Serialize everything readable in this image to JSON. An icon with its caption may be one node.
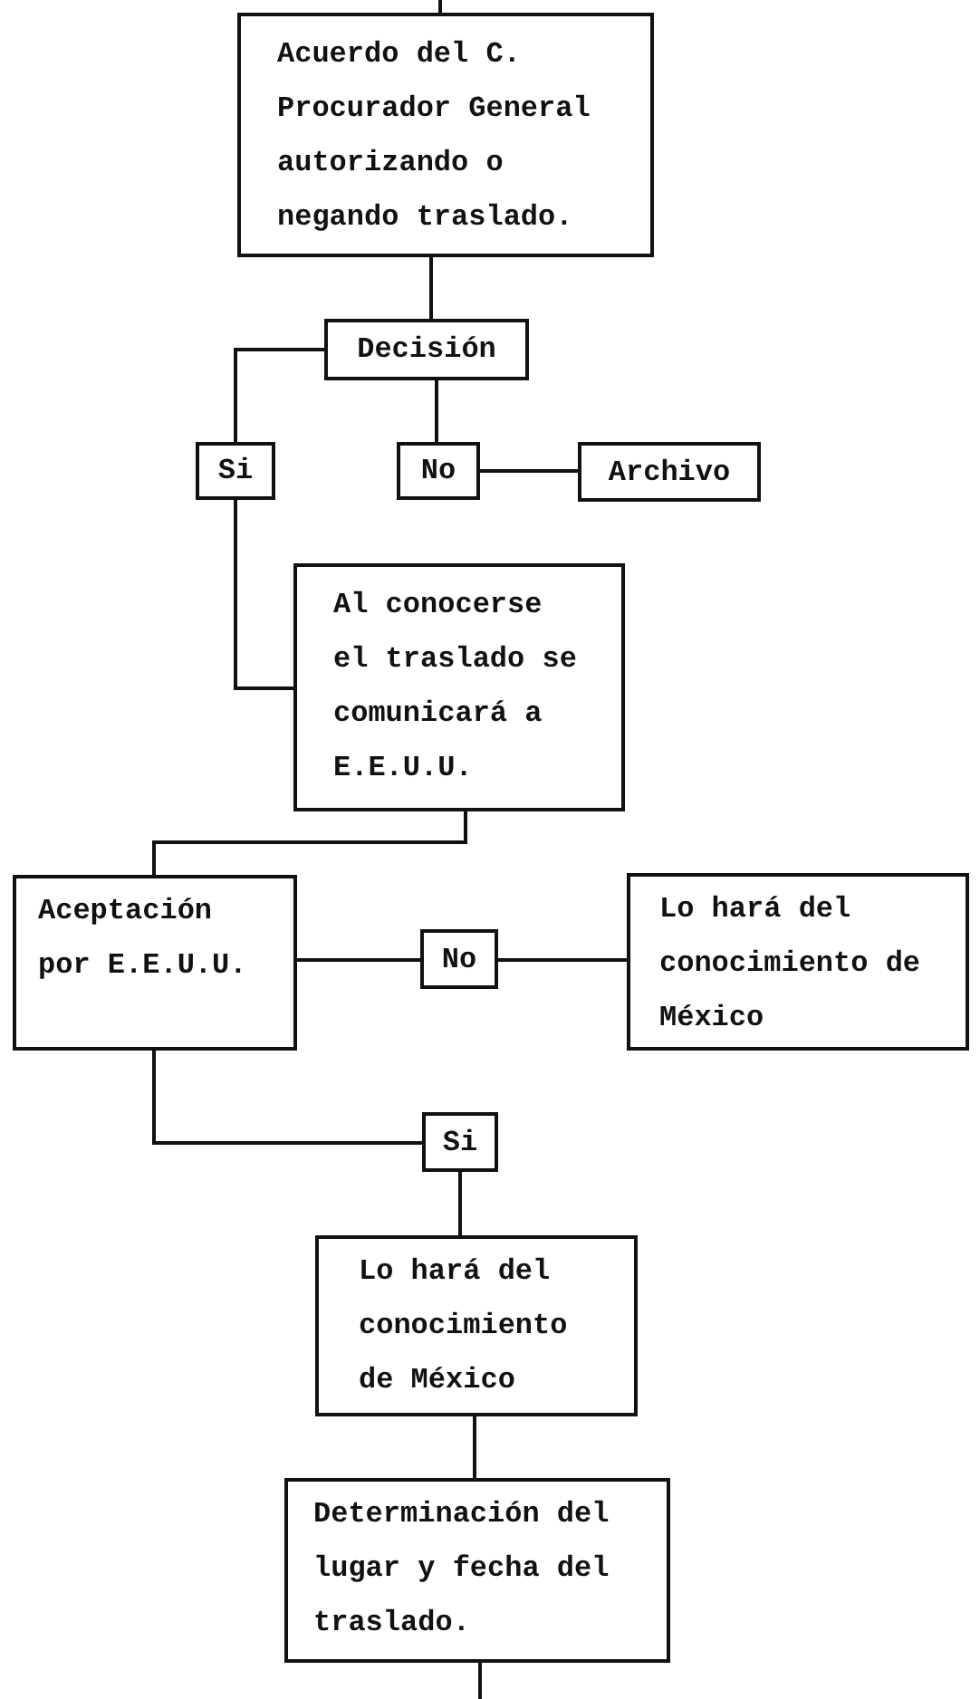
{
  "diagram": {
    "nodes": [
      {
        "text": [
          "Acuerdo del C. Procurador General autorizando o negando traslado."
        ]
      },
      {
        "text": [
          "Decisión"
        ]
      },
      {
        "text": [
          "Si"
        ]
      },
      {
        "text": [
          "No"
        ]
      },
      {
        "text": [
          "Archivo"
        ]
      },
      {
        "text": [
          "Al conocerse el traslado se comunicará a E.E.U.U."
        ]
      },
      {
        "text": [
          "Aceptación por E.E.U.U."
        ]
      },
      {
        "text": [
          "No"
        ]
      },
      {
        "text": [
          "Lo hará del conocimiento de México"
        ]
      },
      {
        "text": [
          "Si"
        ]
      },
      {
        "text": [
          "Lo hará del conocimiento de México"
        ]
      },
      {
        "text": [
          "Determinación del lugar y fecha del traslado."
        ]
      }
    ],
    "edges": [
      {
        "from": null,
        "to": 0,
        "arrow": "none"
      },
      {
        "from": 0,
        "to": 1,
        "arrow": "none"
      },
      {
        "from": 1,
        "to": 2,
        "arrow": "none"
      },
      {
        "from": 1,
        "to": 3,
        "arrow": "none"
      },
      {
        "from": 3,
        "to": 4,
        "arrow": "none"
      },
      {
        "from": 2,
        "to": 5,
        "arrow": "none"
      },
      {
        "from": 5,
        "to": 6,
        "arrow": "none"
      },
      {
        "from": 6,
        "to": 7,
        "arrow": "none"
      },
      {
        "from": 7,
        "to": 8,
        "arrow": "none"
      },
      {
        "from": 6,
        "to": 9,
        "arrow": "none"
      },
      {
        "from": 9,
        "to": 10,
        "arrow": "none"
      },
      {
        "from": 10,
        "to": 11,
        "arrow": "none"
      },
      {
        "from": 11,
        "to": null,
        "arrow": "none"
      }
    ]
  }
}
